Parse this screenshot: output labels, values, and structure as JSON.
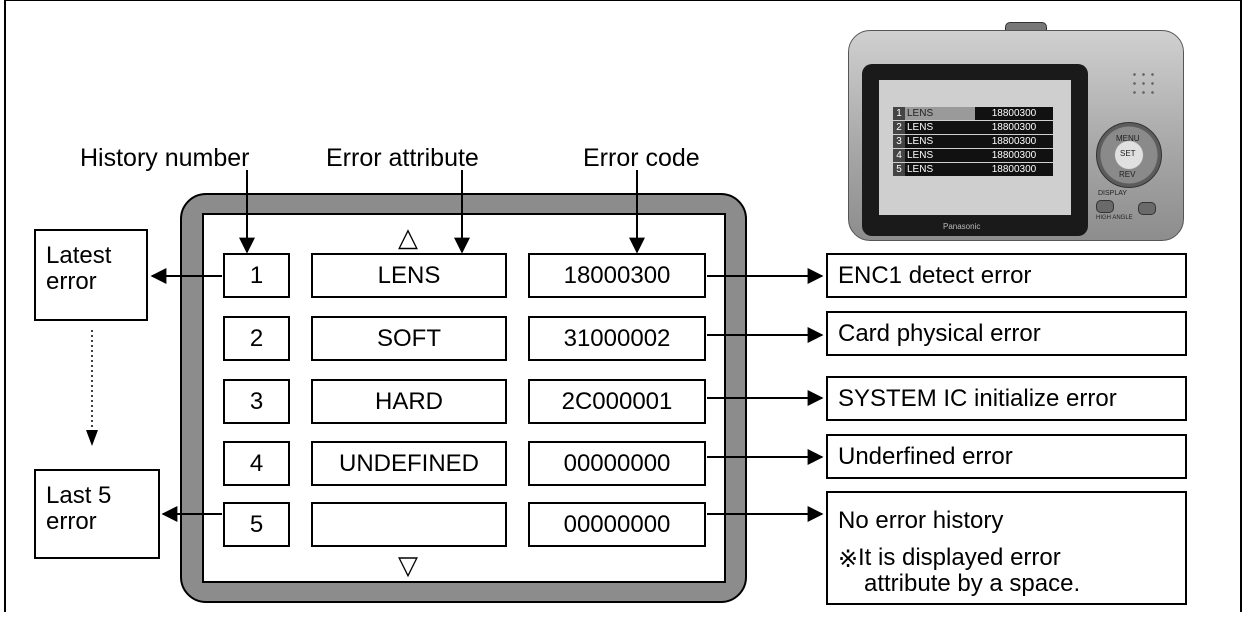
{
  "headers": {
    "history_number": "History number",
    "error_attribute": "Error attribute",
    "error_code": "Error code"
  },
  "side_labels": {
    "latest": [
      "Latest",
      "error"
    ],
    "last5": [
      "Last 5",
      "error"
    ]
  },
  "scroll_up": "△",
  "scroll_down": "▽",
  "rows": [
    {
      "number": "1",
      "attribute": "LENS",
      "code": "18000300",
      "meaning": "ENC1 detect error"
    },
    {
      "number": "2",
      "attribute": "SOFT",
      "code": "31000002",
      "meaning": "Card physical error"
    },
    {
      "number": "3",
      "attribute": "HARD",
      "code": "2C000001",
      "meaning": "SYSTEM IC initialize error"
    },
    {
      "number": "4",
      "attribute": "UNDEFINED",
      "code": "00000000",
      "meaning": "Underfined error"
    },
    {
      "number": "5",
      "attribute": "",
      "code": "00000000",
      "meaning": "No error history"
    }
  ],
  "note": {
    "mark": "※",
    "lines": [
      "It is displayed error",
      "attribute by a space."
    ]
  },
  "camera": {
    "brand": "Panasonic",
    "buttons": {
      "menu": "MENU",
      "set": "SET",
      "rev": "REV",
      "display": "DISPLAY",
      "high_angle": "HIGH ANGLE"
    },
    "screen_rows": [
      {
        "number": "1",
        "attribute": "LENS",
        "code": "18800300"
      },
      {
        "number": "2",
        "attribute": "LENS",
        "code": "18800300"
      },
      {
        "number": "3",
        "attribute": "LENS",
        "code": "18800300"
      },
      {
        "number": "4",
        "attribute": "LENS",
        "code": "18800300"
      },
      {
        "number": "5",
        "attribute": "LENS",
        "code": "18800300"
      }
    ]
  },
  "colors": {
    "lcd_frame": "#8c8c8c",
    "line": "#000000",
    "background": "#ffffff"
  }
}
